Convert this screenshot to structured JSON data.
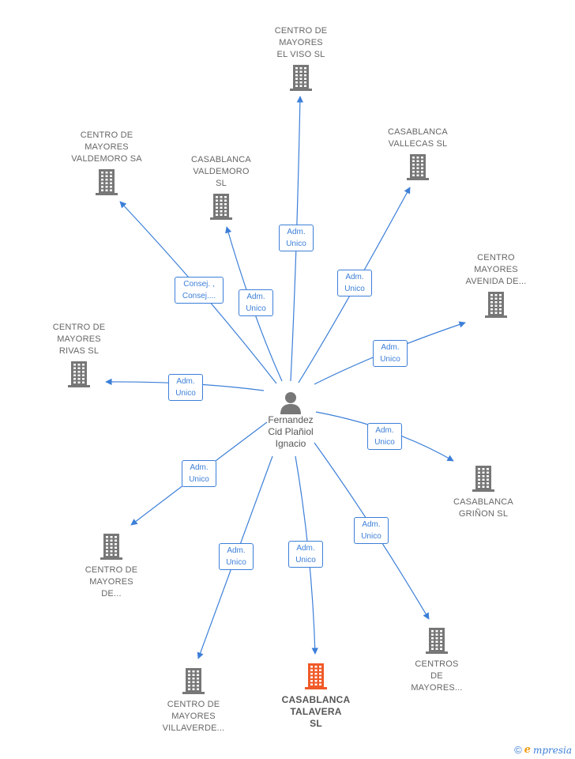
{
  "center": {
    "name_lines": [
      "Fernandez",
      "Cid Plañiol",
      "Ignacio"
    ]
  },
  "companies": [
    {
      "id": "viso",
      "lines": [
        "CENTRO DE",
        "MAYORES",
        "EL VISO  SL"
      ],
      "color": "#777777"
    },
    {
      "id": "vallecas",
      "lines": [
        "CASABLANCA",
        "VALLECAS  SL"
      ],
      "color": "#777777"
    },
    {
      "id": "valdemoro-sa",
      "lines": [
        "CENTRO DE",
        "MAYORES",
        "VALDEMORO SA"
      ],
      "color": "#777777"
    },
    {
      "id": "casablanca-valdemoro",
      "lines": [
        "CASABLANCA",
        "VALDEMORO",
        "SL"
      ],
      "color": "#777777"
    },
    {
      "id": "avenida",
      "lines": [
        "CENTRO",
        "MAYORES",
        "AVENIDA DE..."
      ],
      "color": "#777777"
    },
    {
      "id": "rivas",
      "lines": [
        "CENTRO DE",
        "MAYORES",
        "RIVAS  SL"
      ],
      "color": "#777777"
    },
    {
      "id": "grinon",
      "lines": [
        "CASABLANCA",
        "GRIÑON  SL"
      ],
      "color": "#777777"
    },
    {
      "id": "de",
      "lines": [
        "CENTRO DE",
        "MAYORES",
        "DE..."
      ],
      "color": "#777777"
    },
    {
      "id": "villaverde",
      "lines": [
        "CENTRO DE",
        "MAYORES",
        "VILLAVERDE..."
      ],
      "color": "#777777"
    },
    {
      "id": "talavera",
      "lines": [
        "CASABLANCA",
        "TALAVERA",
        "SL"
      ],
      "color": "#f05a28",
      "main": true
    },
    {
      "id": "centros",
      "lines": [
        "CENTROS",
        "DE",
        "MAYORES..."
      ],
      "color": "#777777"
    }
  ],
  "relations": [
    {
      "to": "viso",
      "label_lines": [
        "Adm.",
        "Unico"
      ]
    },
    {
      "to": "vallecas",
      "label_lines": [
        "Adm.",
        "Unico"
      ]
    },
    {
      "to": "valdemoro-sa",
      "label_lines": [
        "Consej. ,",
        "Consej...."
      ]
    },
    {
      "to": "casablanca-valdemoro",
      "label_lines": [
        "Adm.",
        "Unico"
      ]
    },
    {
      "to": "avenida",
      "label_lines": [
        "Adm.",
        "Unico"
      ]
    },
    {
      "to": "rivas",
      "label_lines": [
        "Adm.",
        "Unico"
      ]
    },
    {
      "to": "grinon",
      "label_lines": [
        "Adm.",
        "Unico"
      ]
    },
    {
      "to": "de",
      "label_lines": [
        "Adm.",
        "Unico"
      ]
    },
    {
      "to": "villaverde",
      "label_lines": [
        "Adm.",
        "Unico"
      ]
    },
    {
      "to": "talavera",
      "label_lines": [
        "Adm.",
        "Unico"
      ]
    },
    {
      "to": "centros",
      "label_lines": [
        "Adm.",
        "Unico"
      ]
    }
  ],
  "footer": {
    "copyright": "©",
    "brand_initial": "e",
    "brand_rest": "mpresia"
  },
  "icons": {
    "company": "building-icon",
    "person": "person-icon",
    "arrow": "arrowhead-icon"
  }
}
